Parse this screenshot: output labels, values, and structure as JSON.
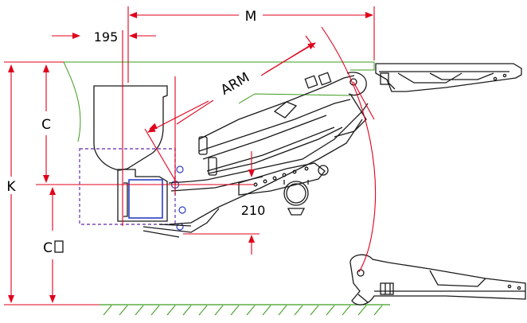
{
  "dimensions": {
    "m": "M",
    "offset_195": "195",
    "arm": "ARM",
    "c": "C",
    "k": "K",
    "c0": "C",
    "height_210": "210"
  },
  "colors": {
    "dimension_line": "#e0001b",
    "outline": "#1a1a1a",
    "envelope": "#3c9c1e",
    "mount_box": "#7a4bb5",
    "pivot": "#2b3fc2",
    "ground_hatch": "#3c9c1e"
  }
}
